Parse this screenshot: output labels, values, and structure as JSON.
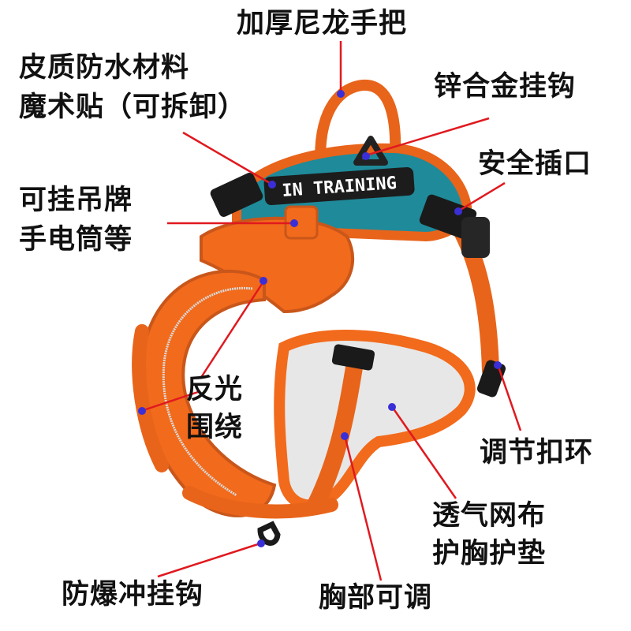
{
  "badge_text": "IN TRAINING",
  "colors": {
    "harness_orange": "#f26a1b",
    "harness_dark_orange": "#c9561a",
    "teal_panel": "#1f8a9a",
    "mesh_gray": "#e7e7e7",
    "callout_line": "#e0191f",
    "marker_dot": "#3a2fd6",
    "text": "#111111"
  },
  "labels": {
    "handle": "加厚尼龙手把",
    "velcro_line1": "皮质防水材料",
    "velcro_line2": "魔术贴（可拆卸）",
    "hook": "锌合金挂钩",
    "buckle": "安全插口",
    "tag_line1": "可挂吊牌",
    "tag_line2": "手电筒等",
    "reflective_line1": "反光",
    "reflective_line2": "围绕",
    "adjust_ring": "调节扣环",
    "mesh_line1": "透气网布",
    "mesh_line2": "护胸护垫",
    "leash_hook": "防爆冲挂钩",
    "chest_adjust": "胸部可调"
  }
}
